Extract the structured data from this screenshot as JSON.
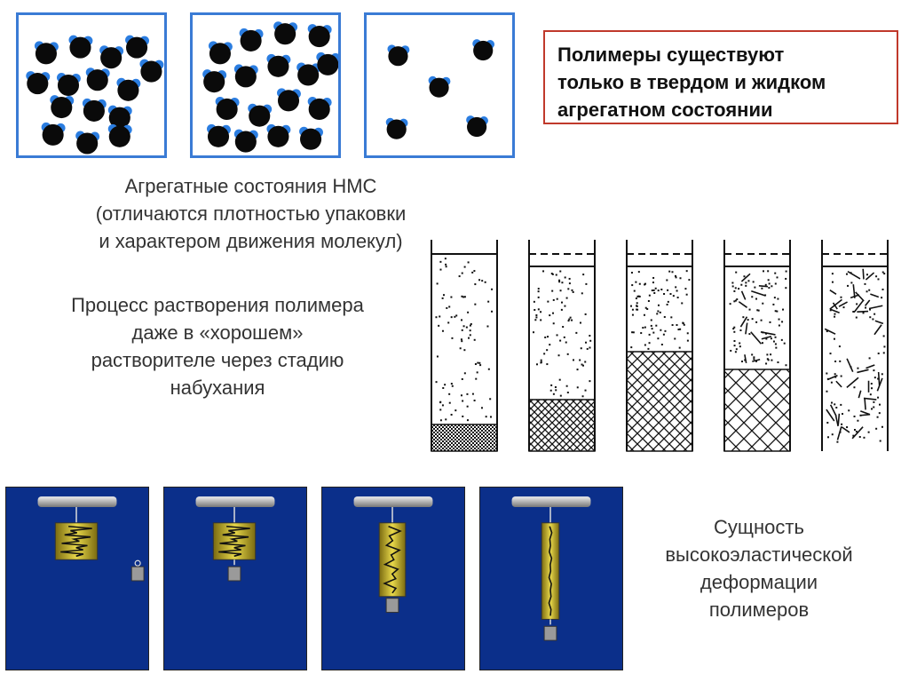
{
  "callout": {
    "lines": [
      "Полимеры существуют",
      "только в твердом и жидком",
      "агрегатном состоянии"
    ]
  },
  "states_caption": {
    "lines": [
      "Агрегатные состояния НМС",
      "(отличаются плотностью упаковки",
      "и характером движения молекул)"
    ]
  },
  "dissolution_caption": {
    "lines": [
      "Процесс растворения полимера",
      "даже в «хорошем»",
      "растворителе через стадию",
      "набухания"
    ]
  },
  "elastic_caption": {
    "lines": [
      "Сущность",
      "высокоэластической",
      "деформации",
      "полимеров"
    ]
  },
  "colors": {
    "frame_blue": "#3a7bd5",
    "callout_border": "#c0392b",
    "panel_blue": "#0b2f8a",
    "polymer_gold": "#c8b52a"
  },
  "diagram": {
    "molecule_states": [
      "solid",
      "liquid",
      "gas"
    ],
    "dissolution_stages": 5,
    "deformation_stages": 4
  }
}
